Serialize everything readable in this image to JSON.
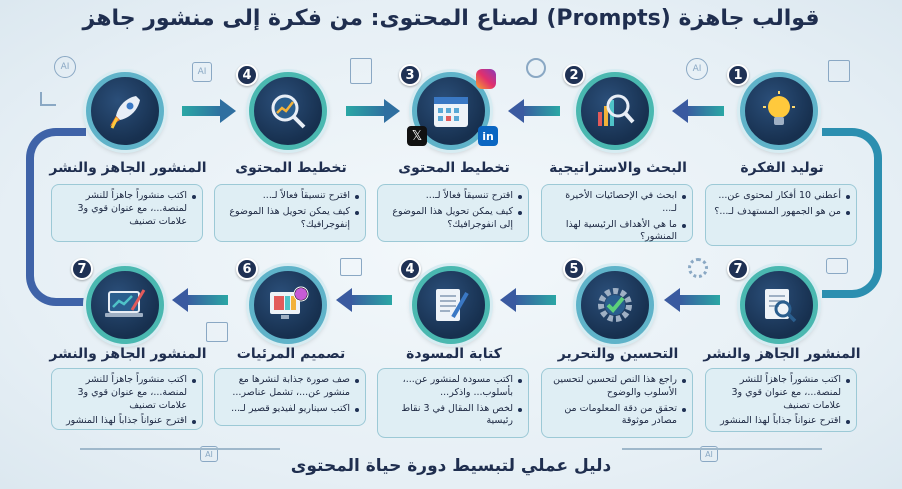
{
  "title": "قوالب جاهزة (Prompts) لصناع المحتوى: من فكرة إلى منشور جاهز",
  "footer": "دليل عملي لتبسيط دورة حياة المحتوى",
  "icon_labels": {
    "ai": "AI"
  },
  "top_row": [
    {
      "badge": "1",
      "title": "توليد الفكرة",
      "icon": "lightbulb-icon",
      "bullets": [
        "أعطني 10 أفكار لمحتوى عن...",
        "من هو الجمهور المستهدف لـ...؟"
      ]
    },
    {
      "badge": "2",
      "title": "البحث والاستراتيجية",
      "icon": "magnifier-chart-icon",
      "bullets": [
        "ابحث في الإحصائيات الأخيرة لـ...",
        "ما هي الأهداف الرئيسية لهذا المنشور؟"
      ]
    },
    {
      "badge": "3",
      "title": "تخطيط المحتوى",
      "icon": "calendar-icon",
      "bullets": [
        "اقترح تنسيقاً فعالاً لـ...",
        "كيف يمكن تحويل هذا الموضوع إلى انفوجرافيك؟"
      ]
    },
    {
      "badge": "4",
      "title": "تخطيط المحتوى",
      "icon": "magnifier-growth-icon",
      "bullets": [
        "اقترح تنسيقاً فعالاً لـ...",
        "كيف يمكن تحويل هذا الموضوع إنفوجرافيك؟"
      ]
    },
    {
      "badge": "",
      "title": "المنشور الجاهز والنشر",
      "icon": "rocket-icon",
      "bullets": [
        "اكتب منشوراً جاهزاً للنشر لمنصة...، مع عنوان قوي و3 علامات تصنيف"
      ]
    }
  ],
  "bottom_row": [
    {
      "badge": "7",
      "title": "المنشور الجاهز والنشر",
      "icon": "magnifier-document-icon",
      "bullets": [
        "اكتب منشوراً جاهزاً للنشر لمنصة...، مع عنوان قوي و3 علامات تصنيف",
        "اقترح عنواناً جذاباً لهذا المنشور"
      ]
    },
    {
      "badge": "5",
      "title": "التحسين والتحرير",
      "icon": "gear-check-icon",
      "bullets": [
        "راجع هذا النص لتحسين لتحسين الأسلوب والوضوح",
        "تحقق من دقة المعلومات من مصادر موثوقة"
      ]
    },
    {
      "badge": "4",
      "title": "كتابة المسودة",
      "icon": "document-pen-icon",
      "bullets": [
        "اكتب مسودة لمنشور عن...، بأسلوب... واذكر...",
        "لخص هذا المقال في 3 نقاط رئيسية"
      ]
    },
    {
      "badge": "6",
      "title": "تصميم المرئيات",
      "icon": "palette-monitor-icon",
      "bullets": [
        "صف صورة جذابة لنشرها مع منشور عن...، تشمل عناصر...",
        "اكتب سيناريو لفيديو قصير لـ..."
      ]
    },
    {
      "badge": "7",
      "title": "المنشور الجاهز والنشر",
      "icon": "laptop-chart-icon",
      "bullets": [
        "اكتب منشوراً جاهزاً للنشر لمنصة...، مع عنوان قوي و3 علامات تصنيف",
        "اقترح عنواناً جذاباً لهذا المنشور"
      ]
    }
  ],
  "colors": {
    "primary": "#1f3154",
    "teal": "#2aa7a5",
    "ring": "#5fb3c9",
    "box": "#dfeef4"
  }
}
